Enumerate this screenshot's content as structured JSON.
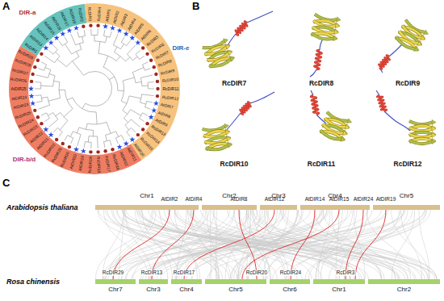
{
  "diagram": {
    "nodes": [
      {
        "text": [
          "Chr1"
        ]
      },
      {
        "text": [
          "Chr2"
        ]
      },
      {
        "text": [
          "Chr3"
        ]
      },
      {
        "text": [
          "Chr4"
        ]
      },
      {
        "text": [
          "Chr5"
        ]
      },
      {
        "text": [
          "Chr7"
        ]
      },
      {
        "text": [
          "Chr3"
        ]
      },
      {
        "text": [
          "Chr4"
        ]
      },
      {
        "text": [
          "Chr5"
        ]
      },
      {
        "text": [
          "Chr6"
        ]
      },
      {
        "text": [
          "Chr1"
        ]
      },
      {
        "text": [
          "Chr2"
        ]
      }
    ],
    "edges": [
      {
        "from": 0,
        "to": 5,
        "arrow": "none"
      },
      {
        "from": 0,
        "to": 6,
        "arrow": "none"
      },
      {
        "from": 1,
        "to": 8,
        "arrow": "none"
      },
      {
        "from": 2,
        "to": 7,
        "arrow": "none"
      },
      {
        "from": 3,
        "to": 9,
        "arrow": "none"
      },
      {
        "from": 3,
        "to": 8,
        "arrow": "none"
      },
      {
        "from": 3,
        "to": 10,
        "arrow": "none"
      },
      {
        "from": 4,
        "to": 10,
        "arrow": "none"
      }
    ],
    "labels": [
      "A",
      "DIR-a",
      "DIR-e",
      "DIR-b/d",
      "RcDIR1",
      "AtDIR13",
      "AtDIR14",
      "AtDIR15",
      "AtDIR16",
      "AtDIR17",
      "AtDIR18",
      "RcDIR2",
      "RcDIR3",
      "RcDIR4",
      "AtDIR1",
      "AtDIR2",
      "AtDIR3",
      "AtDIR4",
      "AtDIR5",
      "AtDIR6",
      "RcDIR5",
      "RcDIR6",
      "RcDIR7",
      "RcDIR8",
      "RcDIR9",
      "RcDIR10",
      "RcDIR11",
      "RcDIR12",
      "AtDIR7",
      "AtDIR8",
      "AtDIR9",
      "RcDIR13",
      "RcDIR14",
      "RcDIR15",
      "AtDIR10",
      "AtDIR11",
      "AtDIR12",
      "RcDIR16",
      "RcDIR17",
      "RcDIR18",
      "RcDIR19",
      "AtDIR19",
      "AtDIR20",
      "RcDIR20",
      "RcDIR21",
      "RcDIR22",
      "AtDIR21",
      "AtDIR22",
      "RcDIR23",
      "RcDIR24",
      "RcDIR25",
      "AtDIR23",
      "AtDIR24",
      "AtDIR25",
      "RcDIR26",
      "RcDIR27",
      "RcDIR28",
      "RcDIR29",
      "B",
      "RcDIR7",
      "RcDIR8",
      "RcDIR9",
      "RcDIR10",
      "RcDIR11",
      "RcDIR12",
      "C",
      "Arabidopsis thaliana",
      "AtDIR2",
      "AtDIR4",
      "AtDIR8",
      "AtDIR12",
      "AtDIR14",
      "AtDIR15",
      "AtDIR24",
      "AtDIR19",
      "Rosa chinensis",
      "RcDIR29",
      "RcDIR13",
      "RcDIR17",
      "RcDIR20",
      "RcDIR24",
      "RcDIR3"
    ]
  }
}
